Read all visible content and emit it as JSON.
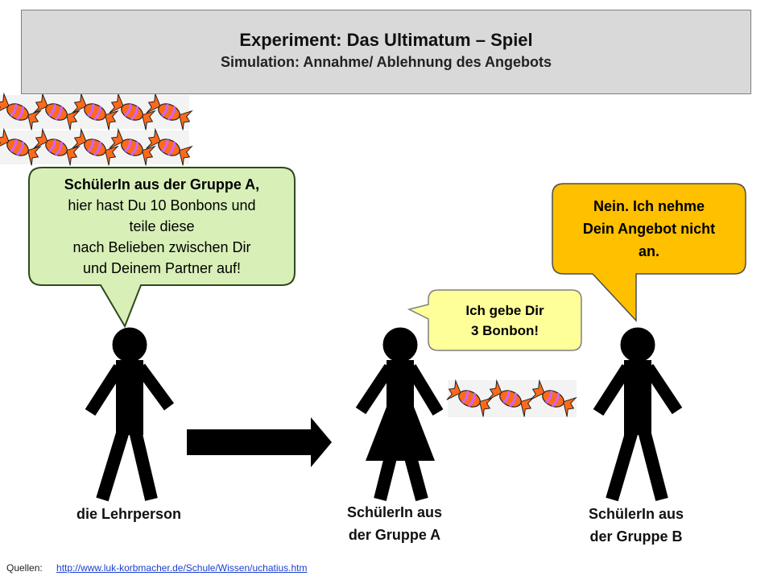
{
  "title": "Experiment: Das Ultimatum – Spiel",
  "subtitle": "Simulation:  Annahme/ Ablehnung des Angebots",
  "teacher_bubble": {
    "lines": [
      "SchülerIn aus der Gruppe A,",
      "hier hast Du 10 Bonbons und",
      "teile diese",
      "nach Belieben zwischen Dir",
      "und Deinem Partner auf!"
    ],
    "fill": "#d8f0b8",
    "stroke": "#2e4a1e"
  },
  "offer_bubble": {
    "lines": [
      "Ich gebe Dir",
      "3 Bonbon!"
    ],
    "fill": "#ffff99",
    "stroke": "#7f7f7f"
  },
  "reject_bubble": {
    "lines": [
      "Nein. Ich nehme",
      "Dein Angebot nicht",
      "an."
    ],
    "fill": "#ffc000",
    "stroke": "#4d4d4d"
  },
  "people": {
    "teacher": "die Lehrperson",
    "student_a": [
      "SchülerIn aus",
      "der Gruppe A"
    ],
    "student_b": [
      "SchülerIn aus",
      "der Gruppe B"
    ]
  },
  "candy": {
    "total": 10,
    "offered": 3,
    "wrapper_color": "#ff6a1a",
    "body_color": "#cc66ff"
  },
  "footer": {
    "label": "Quellen:",
    "link": "http://www.luk-korbmacher.de/Schule/Wissen/uchatius.htm"
  }
}
